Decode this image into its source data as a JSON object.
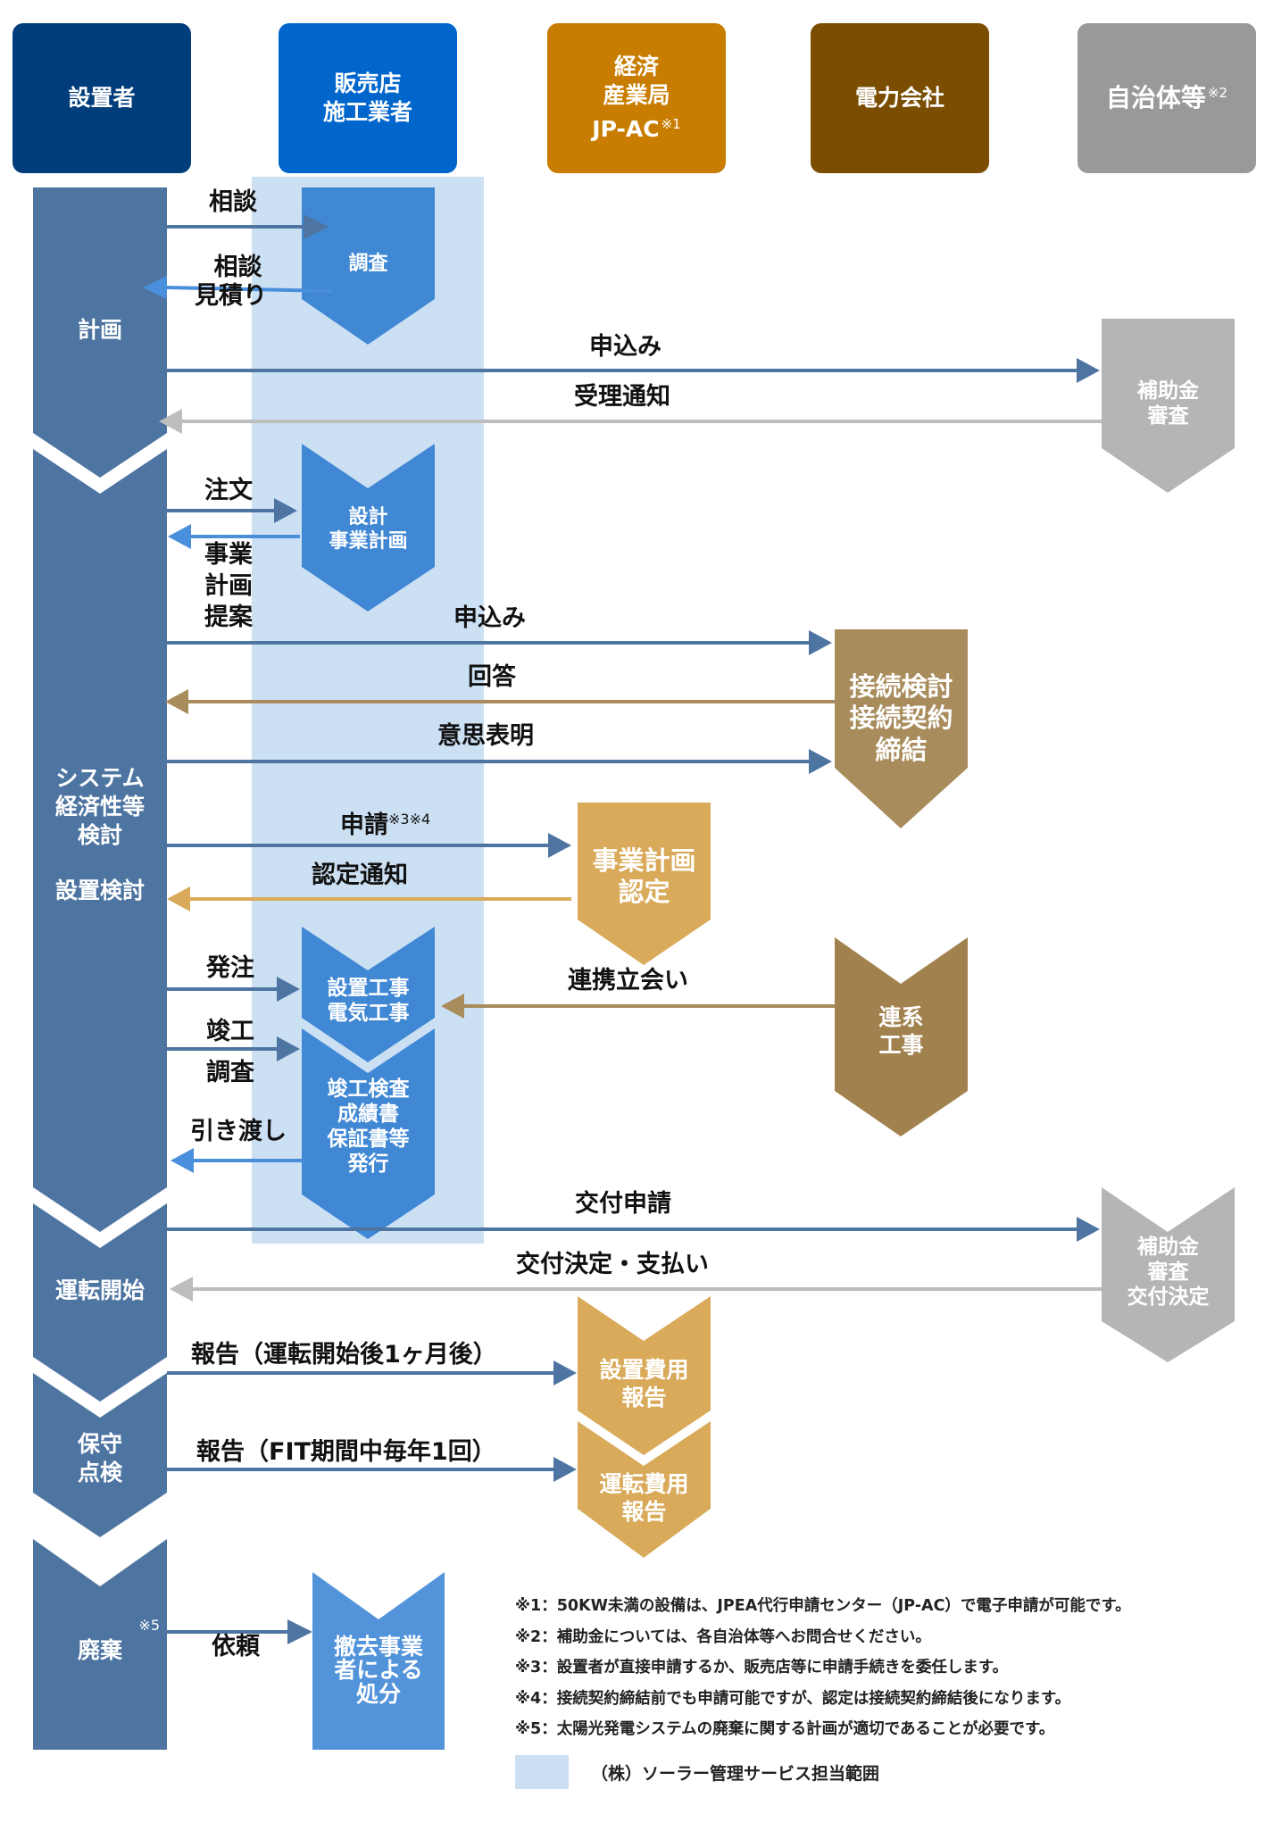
{
  "colors": {
    "installer": "#003d7a",
    "dealer": "#0066cc",
    "meti": "#c87d00",
    "power": "#7a4d00",
    "municipality": "#999999",
    "phase_column": "#4e75a2",
    "dealer_box": "#4088d4",
    "dealer_box_light": "#5293da",
    "band": "#cce0f4",
    "power_box": "#a98c5c",
    "power_box_dark": "#a1824e",
    "meti_box": "#d9aa5a",
    "gray_box": "#b5b5b5",
    "arrow_blue": "#4e75a2",
    "arrow_lightblue": "#4a8fdb",
    "arrow_gray": "#bdbdbd",
    "arrow_brown": "#a98c5c",
    "arrow_gold": "#d9aa5a"
  },
  "headers": [
    {
      "lines": [
        "設置者"
      ],
      "note": ""
    },
    {
      "lines": [
        "販売店",
        "施工業者"
      ],
      "note": ""
    },
    {
      "lines": [
        "経済",
        "産業局",
        "JP-AC"
      ],
      "note": "※1"
    },
    {
      "lines": [
        "電力会社"
      ],
      "note": ""
    },
    {
      "lines": [
        "自治体等"
      ],
      "note": "※2"
    }
  ],
  "phases": [
    {
      "label": [
        "計画"
      ],
      "note": ""
    },
    {
      "label": [
        "システム",
        "経済性等",
        "検討",
        "",
        "設置検討"
      ],
      "note": ""
    },
    {
      "label": [
        "運転開始"
      ],
      "note": ""
    },
    {
      "label": [
        "保守",
        "点検"
      ],
      "note": ""
    },
    {
      "label": [
        "廃棄"
      ],
      "note": "※5"
    }
  ],
  "boxes": {
    "survey": [
      "調査"
    ],
    "design": [
      "設計",
      "事業計画"
    ],
    "subsidy_review": [
      "補助金",
      "審査"
    ],
    "grid_connection": [
      "接続検討",
      "接続契約",
      "締結"
    ],
    "business_plan_approval": [
      "事業計画",
      "認定"
    ],
    "construction": [
      "設置工事",
      "電気工事"
    ],
    "completion": [
      "竣工検査",
      "成績書",
      "保証書等",
      "発行"
    ],
    "grid_work": [
      "連系",
      "工事"
    ],
    "subsidy_decision": [
      "補助金",
      "審査",
      "交付決定"
    ],
    "install_cost_report": [
      "設置費用",
      "報告"
    ],
    "operation_cost_report": [
      "運転費用",
      "報告"
    ],
    "disposal": [
      "撤去事業",
      "者による",
      "処分"
    ]
  },
  "arrows": {
    "consult1": "相談",
    "consult2": [
      "相談",
      "見積り"
    ],
    "apply_subsidy": "申込み",
    "receipt_notice": "受理通知",
    "order": "注文",
    "plan_proposal": [
      "事業",
      "計画",
      "提案"
    ],
    "apply_grid": "申込み",
    "answer": "回答",
    "intention": "意思表明",
    "application": "申請",
    "application_note": "※3※4",
    "approval_notice": "認定通知",
    "place_order": "発注",
    "completion": [
      "竣工",
      "調査"
    ],
    "handover": "引き渡し",
    "joint_witness": "連携立会い",
    "grant_application": "交付申請",
    "grant_decision": "交付決定・支払い",
    "report1": "報告（運転開始後1ヶ月後）",
    "report2": "報告（FIT期間中毎年1回）",
    "request": "依頼"
  },
  "notes": [
    "※1：50KW未満の設備は、JPEA代行申請センター（JP-AC）で電子申請が可能です。",
    "※2：補助金については、各自治体等へお問合せください。",
    "※3：設置者が直接申請するか、販売店等に申請手続きを委任します。",
    "※4：接続契約締結前でも申請可能ですが、認定は接続契約締結後になります。",
    "※5：太陽光発電システムの廃棄に関する計画が適切であることが必要です。"
  ],
  "legend": "（株）ソーラー管理サービス担当範囲"
}
